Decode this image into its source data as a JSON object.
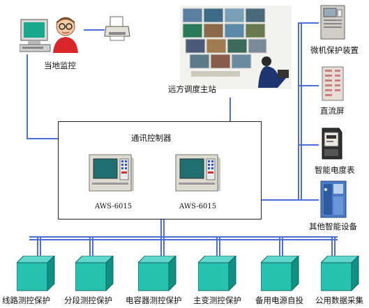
{
  "local_monitor": {
    "label": "当地监控"
  },
  "remote_station": {
    "label": "远方调度主站"
  },
  "comm_controller": {
    "title": "通讯控制器",
    "devices": [
      {
        "model": "AWS-6015"
      },
      {
        "model": "AWS-6015"
      }
    ]
  },
  "right_devices": [
    {
      "label": "微机保护装置"
    },
    {
      "label": "直流屏"
    },
    {
      "label": "智能电度表"
    },
    {
      "label": "其他智能设备"
    }
  ],
  "bottom_devices": [
    {
      "label": "线路测控保护"
    },
    {
      "label": "分段测控保护"
    },
    {
      "label": "电容器测控保护"
    },
    {
      "label": "主变测控保护"
    },
    {
      "label": "备用电源自投"
    },
    {
      "label": "公用数据采集"
    }
  ],
  "colors": {
    "wire": "#4a6fd8",
    "cube_face": "#25c2b0",
    "cube_top": "#5fd8cb",
    "cube_side": "#128f83"
  }
}
